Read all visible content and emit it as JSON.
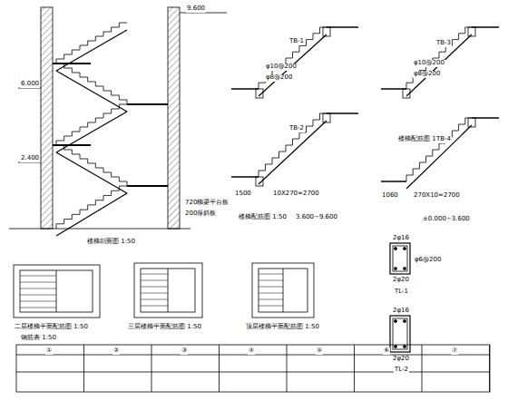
{
  "diagram": {
    "labels": [
      "9.600",
      "6.000",
      "2.400",
      "720梯梁平台板",
      "200厚斜板",
      "楼梯剖面图 1:50",
      "楼梯配筋图 1:50",
      "3.600~9.600",
      "楼梯配筋图 1:50",
      "±0.000~3.600",
      "1500",
      "10X270=2700",
      "1060",
      "270X10=2700",
      "TB-1",
      "TB-2",
      "TB-3",
      "TB-4",
      "φ10@200",
      "φ8@200",
      "φ10@200",
      "φ8@200",
      "2φ16",
      "φ6@200",
      "2φ20",
      "TL-1",
      "2φ16",
      "2φ20",
      "TL-2",
      "二层楼梯平面配筋图 1:50",
      "三层楼梯平面配筋图 1:50",
      "顶层楼梯平面配筋图 1:50",
      "钢筋表 1:50",
      "①",
      "②",
      "③",
      "④",
      "⑤",
      "⑥",
      "⑦"
    ]
  }
}
